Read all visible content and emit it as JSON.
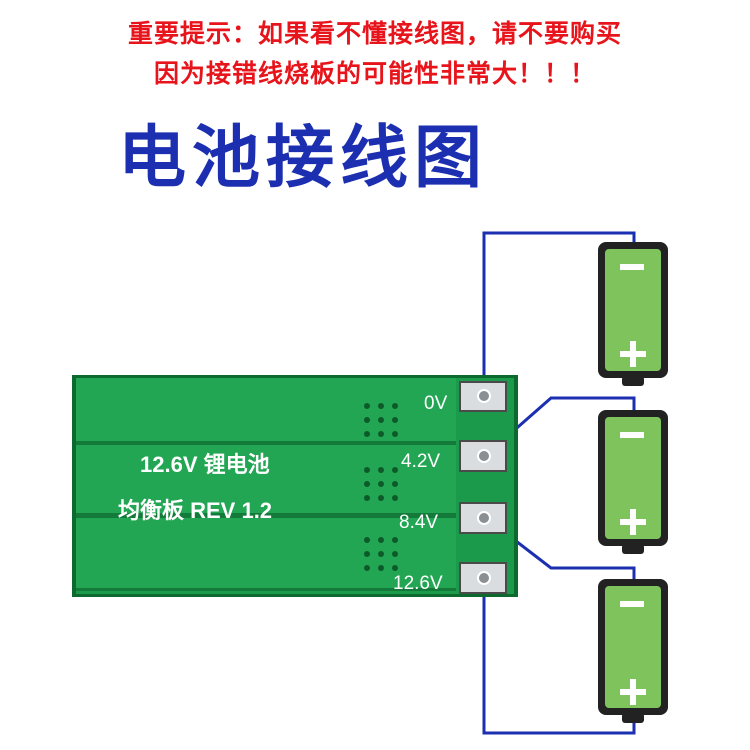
{
  "notice": {
    "line1": "重要提示：如果看不懂接线图，请不要购买",
    "line2": "因为接错线烧板的可能性非常大！！！"
  },
  "title": "电池接线图",
  "board": {
    "label_line1": "12.6V 锂电池",
    "label_line2": "均衡板 REV 1.2",
    "terminals": [
      "0V",
      "4.2V",
      "8.4V",
      "12.6V"
    ],
    "color": "#1a9a4a"
  },
  "batteries": {
    "count": 3,
    "negative_symbol": "−",
    "positive_symbol": "+",
    "body_color": "#7ec35c",
    "cap_color": "#222222"
  },
  "wire_color": "#1b2fb0"
}
